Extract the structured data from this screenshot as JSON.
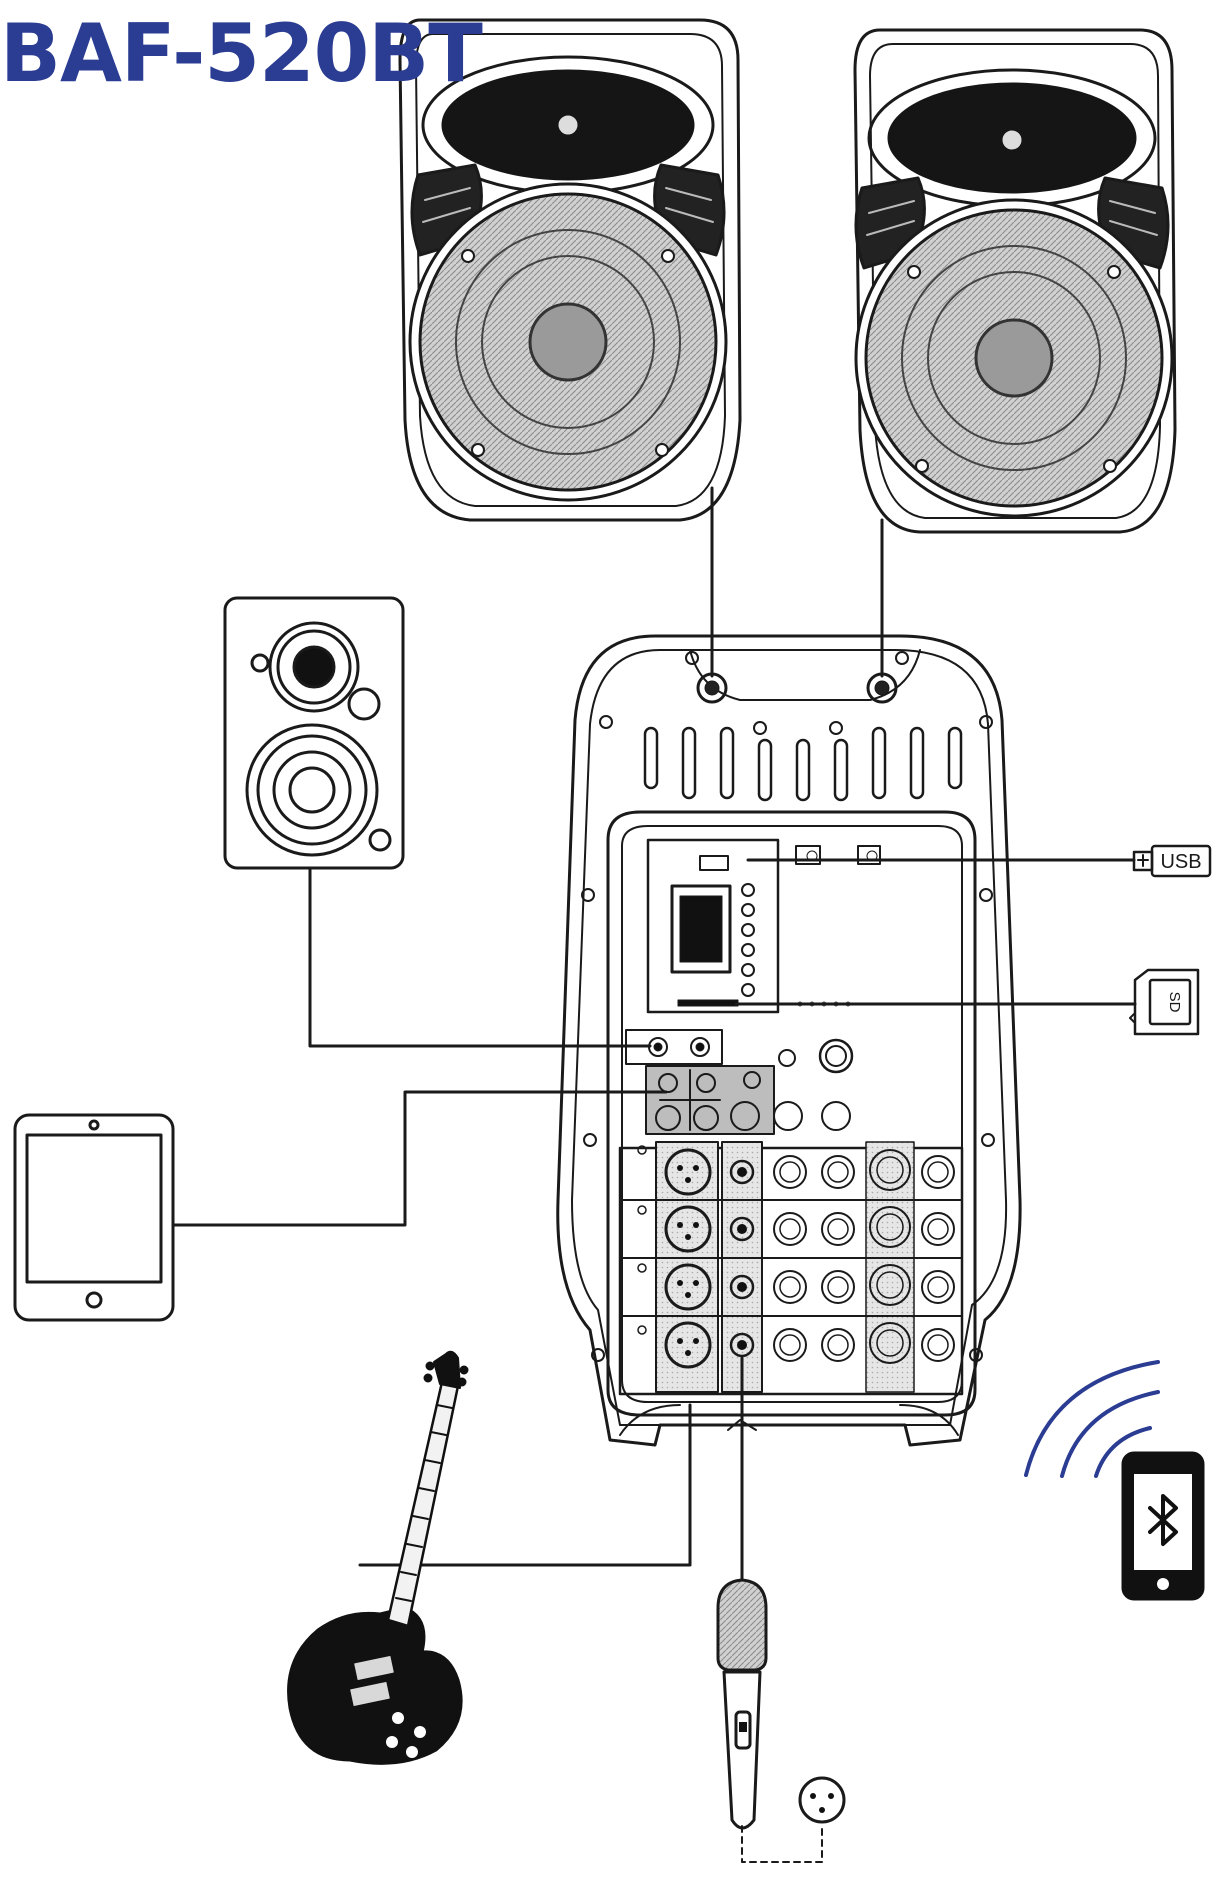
{
  "title": "BAF-520BT",
  "usb_label": "USB",
  "sd_label": "SD",
  "colors": {
    "title": "#2b3c93",
    "line": "#1a1a1a",
    "cone_gray": "#b8b8b8",
    "dark": "#111111"
  },
  "icons": [
    "speaker-cabinet-icon",
    "bookshelf-monitor-icon",
    "tablet-icon",
    "electric-guitar-icon",
    "microphone-icon",
    "xlr-plug-icon",
    "usb-plug-icon",
    "sd-card-icon",
    "bluetooth-smartphone-icon",
    "wireless-waves-icon"
  ]
}
